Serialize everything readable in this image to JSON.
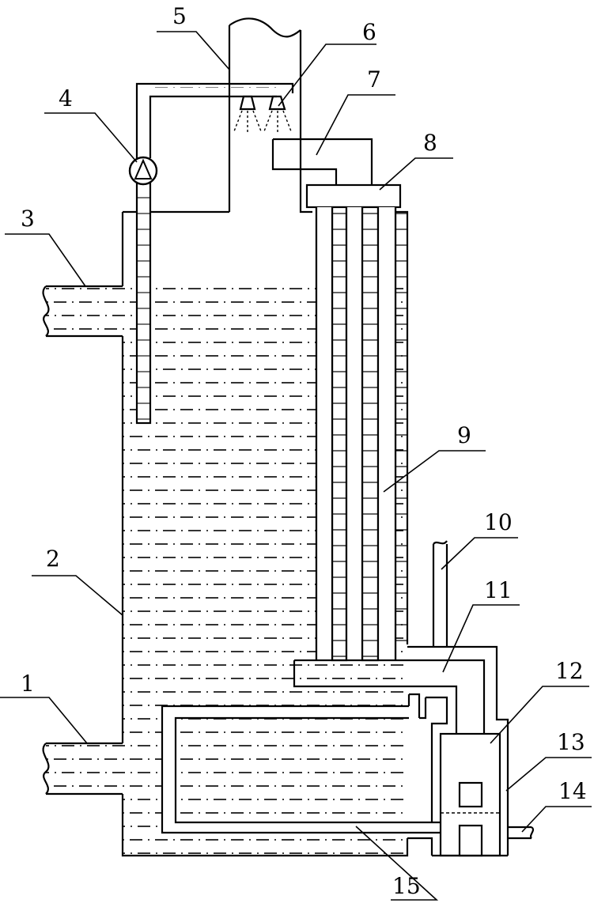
{
  "diagram": {
    "labels": [
      {
        "id": "1",
        "text": "1"
      },
      {
        "id": "2",
        "text": "2"
      },
      {
        "id": "3",
        "text": "3"
      },
      {
        "id": "4",
        "text": "4"
      },
      {
        "id": "5",
        "text": "5"
      },
      {
        "id": "6",
        "text": "6"
      },
      {
        "id": "7",
        "text": "7"
      },
      {
        "id": "8",
        "text": "8"
      },
      {
        "id": "9",
        "text": "9"
      },
      {
        "id": "10",
        "text": "10"
      },
      {
        "id": "11",
        "text": "11"
      },
      {
        "id": "12",
        "text": "12"
      },
      {
        "id": "13",
        "text": "13"
      },
      {
        "id": "14",
        "text": "14"
      },
      {
        "id": "15",
        "text": "15"
      }
    ]
  }
}
